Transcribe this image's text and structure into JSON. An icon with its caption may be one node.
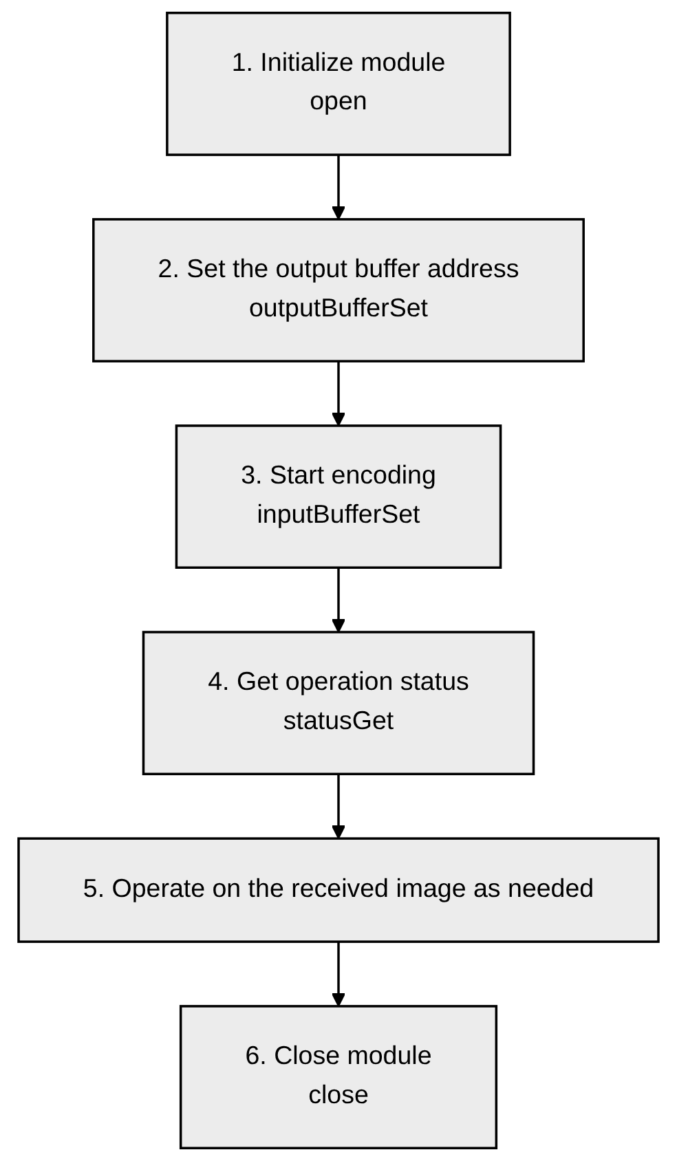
{
  "diagram": {
    "nodes": [
      {
        "text": [
          "1. Initialize module",
          "open"
        ]
      },
      {
        "text": [
          "2. Set the output buffer address",
          "outputBufferSet"
        ]
      },
      {
        "text": [
          "3. Start encoding",
          "inputBufferSet"
        ]
      },
      {
        "text": [
          "4. Get operation status",
          "statusGet"
        ]
      },
      {
        "text": [
          "5. Operate on the received image as needed"
        ]
      },
      {
        "text": [
          "6. Close module",
          "close"
        ]
      }
    ],
    "edges": [
      {
        "from": 0,
        "to": 1,
        "arrow": "to"
      },
      {
        "from": 1,
        "to": 2,
        "arrow": "to"
      },
      {
        "from": 2,
        "to": 3,
        "arrow": "to"
      },
      {
        "from": 3,
        "to": 4,
        "arrow": "to"
      },
      {
        "from": 4,
        "to": 5,
        "arrow": "to"
      }
    ]
  }
}
